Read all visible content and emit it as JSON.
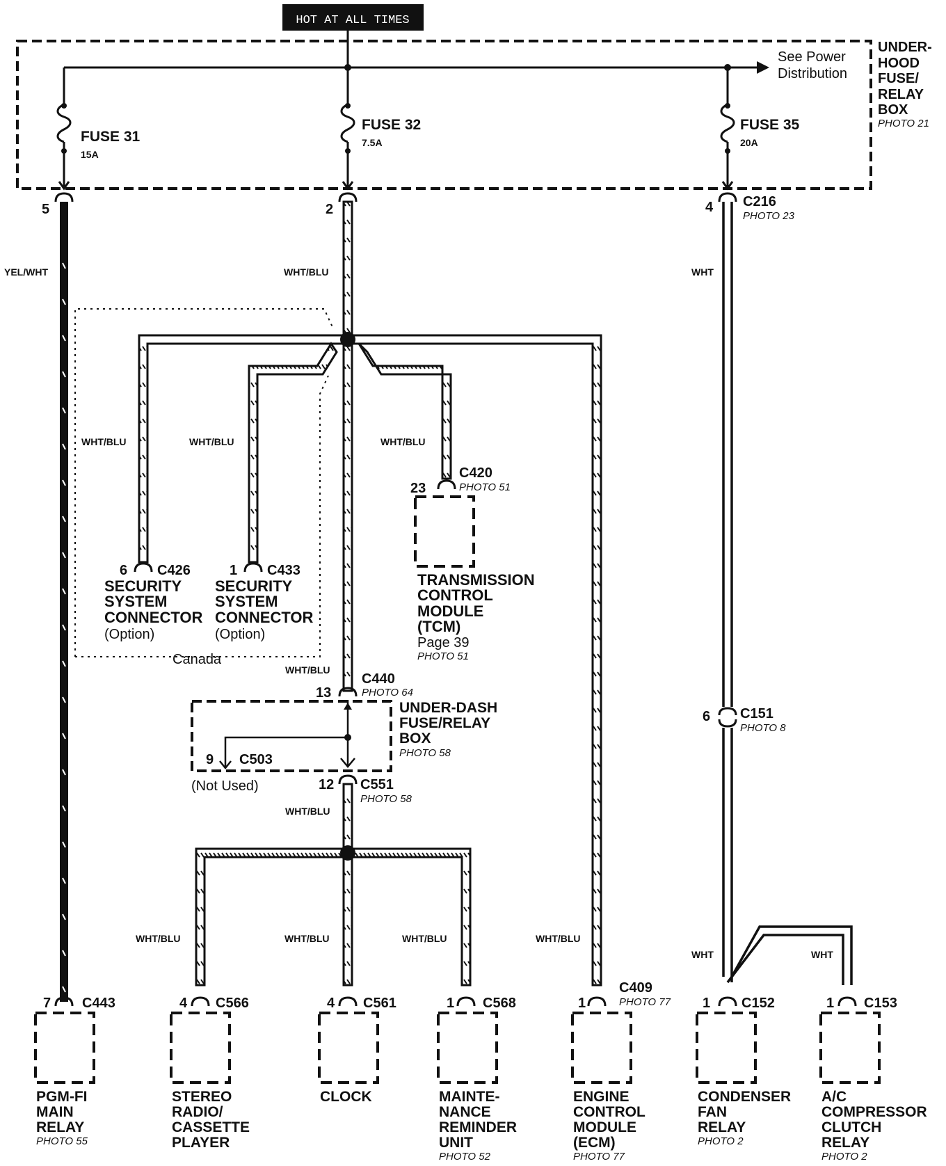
{
  "header": {
    "label": "HOT AT ALL TIMES"
  },
  "box": {
    "title": [
      "UNDER-",
      "HOOD",
      "FUSE/",
      "RELAY",
      "BOX"
    ],
    "photo": "PHOTO 21",
    "see_power": [
      "See Power",
      "Distribution"
    ]
  },
  "fuses": [
    {
      "name": "FUSE 31",
      "rating": "15A"
    },
    {
      "name": "FUSE 32",
      "rating": "7.5A"
    },
    {
      "name": "FUSE 35",
      "rating": "20A"
    }
  ],
  "pins": {
    "f31": "5",
    "f32": "2",
    "f35": "4",
    "c216": "C216",
    "c216_photo": "PHOTO 23"
  },
  "wire_labels": {
    "yel_wht": "YEL/WHT",
    "wht_blu": "WHT/BLU",
    "wht": "WHT"
  },
  "canada": {
    "label": "Canada",
    "c426": {
      "pin": "6",
      "conn": "C426",
      "lines": [
        "SECURITY",
        "SYSTEM",
        "CONNECTOR",
        "(Option)"
      ]
    },
    "c433": {
      "pin": "1",
      "conn": "C433",
      "lines": [
        "SECURITY",
        "SYSTEM",
        "CONNECTOR",
        "(Option)"
      ]
    }
  },
  "tcm": {
    "pin": "23",
    "conn": "C420",
    "photo": "PHOTO 51",
    "lines": [
      "TRANSMISSION",
      "CONTROL",
      "MODULE",
      "(TCM)"
    ],
    "page": "Page 39",
    "photo2": "PHOTO 51"
  },
  "underdash": {
    "c440_pin": "13",
    "c440": "C440",
    "c440_photo": "PHOTO 64",
    "lines": [
      "UNDER-DASH",
      "FUSE/RELAY",
      "BOX"
    ],
    "photo": "PHOTO 58",
    "c503_pin": "9",
    "c503": "C503",
    "not_used": "(Not Used)",
    "c551_pin": "12",
    "c551": "C551",
    "c551_photo": "PHOTO 58"
  },
  "c151": {
    "pin": "6",
    "conn": "C151",
    "photo": "PHOTO 8"
  },
  "c409": {
    "conn": "C409",
    "photo": "PHOTO 77"
  },
  "components": [
    {
      "pin": "7",
      "conn": "C443",
      "lines": [
        "PGM-FI",
        "MAIN",
        "RELAY"
      ],
      "photo": "PHOTO 55"
    },
    {
      "pin": "4",
      "conn": "C566",
      "lines": [
        "STEREO",
        "RADIO/",
        "CASSETTE",
        "PLAYER"
      ],
      "photo": ""
    },
    {
      "pin": "4",
      "conn": "C561",
      "lines": [
        "CLOCK"
      ],
      "photo": ""
    },
    {
      "pin": "1",
      "conn": "C568",
      "lines": [
        "MAINTE-",
        "NANCE",
        "REMINDER",
        "UNIT"
      ],
      "photo": "PHOTO 52"
    },
    {
      "pin": "1",
      "conn": "",
      "lines": [
        "ENGINE",
        "CONTROL",
        "MODULE",
        "(ECM)"
      ],
      "photo": "PHOTO 77"
    },
    {
      "pin": "1",
      "conn": "C152",
      "lines": [
        "CONDENSER",
        "FAN",
        "RELAY"
      ],
      "photo": "PHOTO 2"
    },
    {
      "pin": "1",
      "conn": "C153",
      "lines": [
        "A/C",
        "COMPRESSOR",
        "CLUTCH",
        "RELAY"
      ],
      "photo": "PHOTO 2"
    }
  ]
}
